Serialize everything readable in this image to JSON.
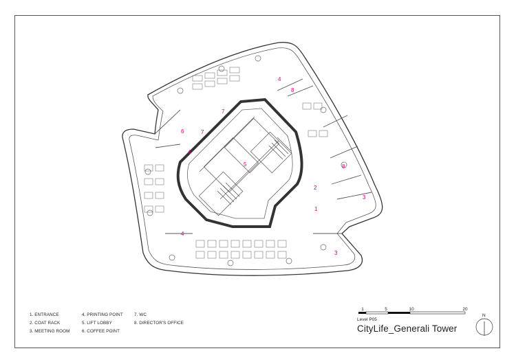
{
  "legend": [
    "1. ENTRANCE",
    "4. PRINTING POINT",
    "7. WC",
    "2. COAT RACK",
    "5. LIFT LOBBY",
    "8. DIRECTOR'S OFFICE",
    "3. MEETING ROOM",
    "6. COFFEE POINT"
  ],
  "level_label": "Level P05",
  "project_title": "CityLife_Generali Tower",
  "scale_bar": {
    "ticks": [
      "1",
      "5",
      "10",
      "20"
    ]
  },
  "north_label": "N",
  "room_labels": [
    "1",
    "2",
    "3",
    "3",
    "4",
    "4",
    "4",
    "5",
    "6",
    "7",
    "7",
    "8",
    "8"
  ],
  "colors": {
    "room_label": "#d6007e",
    "linework": "#333333"
  }
}
